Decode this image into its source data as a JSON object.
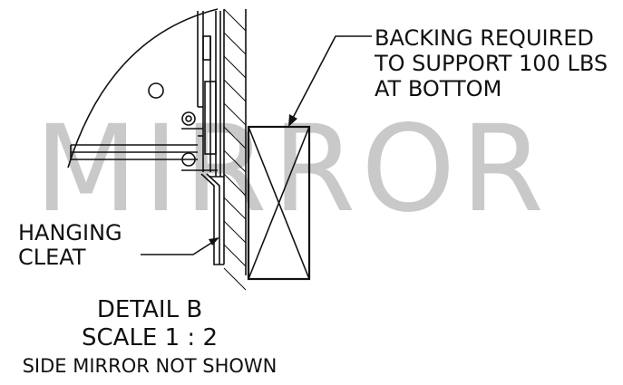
{
  "watermark": "MIRROR",
  "callouts": {
    "backing": [
      "BACKING REQUIRED",
      "TO SUPPORT 100 LBS",
      "AT BOTTOM"
    ],
    "cleat": [
      "HANGING",
      "CLEAT"
    ]
  },
  "caption": {
    "detail": "DETAIL B",
    "scale": "SCALE 1 : 2",
    "note": "SIDE MIRROR NOT SHOWN"
  }
}
